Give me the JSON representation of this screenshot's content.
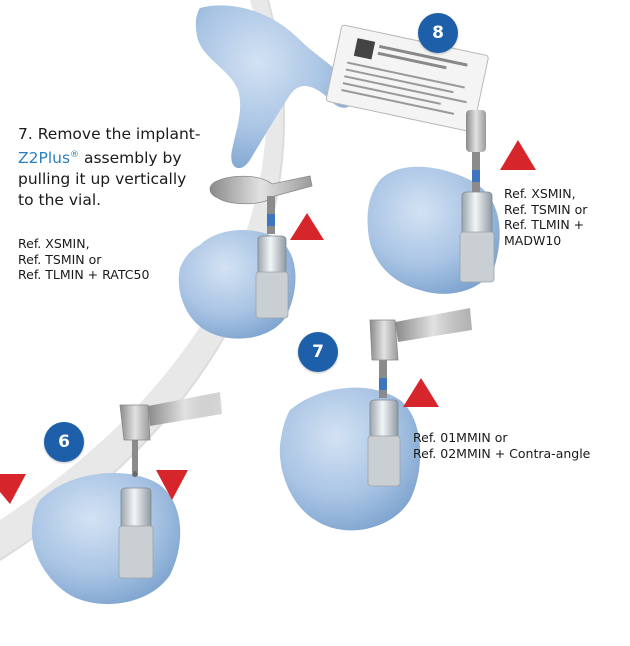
{
  "step_badges": {
    "six": "6",
    "seven": "7",
    "eight": "8"
  },
  "instruction": {
    "line1": "7. Remove the implant-",
    "brand": "Z2Plus",
    "reg": "®",
    "line2_rest": " assembly by",
    "line3": "pulling it up vertically",
    "line4": "to the vial."
  },
  "references": {
    "ratc": [
      "Ref. XSMIN,",
      "Ref. TSMIN or",
      "Ref. TLMIN + RATC50"
    ],
    "madw": [
      "Ref. XSMIN,",
      "Ref. TSMIN or",
      "Ref. TLMIN +",
      "MADW10"
    ],
    "contra": [
      "Ref. 01MMIN or",
      "Ref. 02MMIN + Contra-angle"
    ]
  },
  "colors": {
    "badge": "#1d5fa8",
    "brand_text": "#2a7fc1",
    "arrow": "#d7262b",
    "glove": "#a9c4e4",
    "arc": "#e6e6e6"
  }
}
